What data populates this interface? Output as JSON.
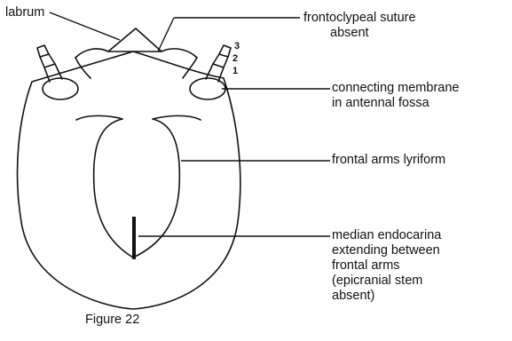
{
  "figure_caption": "Figure 22",
  "labels": {
    "labrum": "labrum",
    "frontoclypeal": [
      "frontoclypeal suture",
      "absent"
    ],
    "membrane": [
      "connecting membrane",
      "in antennal fossa"
    ],
    "frontal_arms": "frontal arms lyriform",
    "endocarina": [
      "median endocarina",
      "extending between",
      "frontal arms",
      "(epicranial stem",
      "absent)"
    ]
  },
  "antenna_segments": [
    "3",
    "2",
    "1"
  ],
  "colors": {
    "ink": "#111111",
    "background": "#ffffff"
  }
}
